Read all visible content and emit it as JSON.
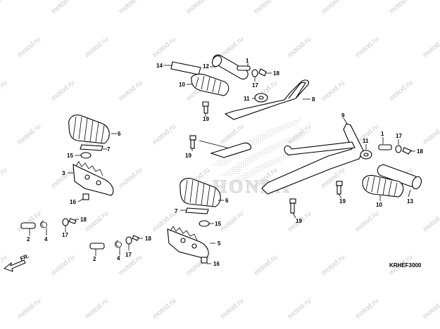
{
  "watermark": "motod.ru",
  "diagram_code": "KRHEF3000",
  "front_label": "FR.",
  "logo_text": "HONDA",
  "callouts": [
    "1",
    "2",
    "3",
    "4",
    "5",
    "6",
    "7",
    "8",
    "9",
    "10",
    "11",
    "12",
    "13",
    "14",
    "15",
    "16",
    "17",
    "18",
    "19"
  ]
}
